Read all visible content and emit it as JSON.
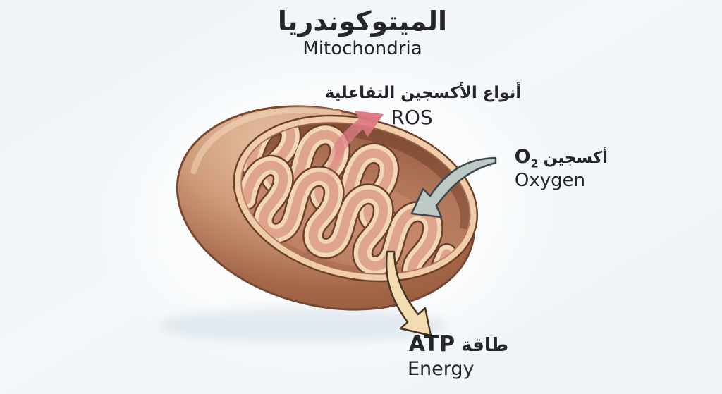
{
  "title": {
    "ar": "الميتوكوندريا",
    "en": "Mitochondria"
  },
  "labels": {
    "ros": {
      "ar": "أنواع الأكسجين التفاعلية",
      "en": "ROS"
    },
    "oxygen": {
      "ar": "أكسجين",
      "symbol": "O",
      "subscript": "2",
      "en": "Oxygen"
    },
    "atp": {
      "ar": "طاقة",
      "symbol": "ATP",
      "en": "Energy"
    }
  },
  "diagram": {
    "subject": "mitochondrion-cutaway-cross-section",
    "arrows": [
      {
        "name": "ros-arrow",
        "meaning": "reactive oxygen species leaving mitochondrion",
        "color": "#dc7a83"
      },
      {
        "name": "oxygen-arrow",
        "meaning": "oxygen entering mitochondrion",
        "color": "#bec9c6"
      },
      {
        "name": "atp-arrow",
        "meaning": "ATP energy produced by mitochondrion",
        "color": "#f3dcb2"
      }
    ]
  },
  "colors": {
    "background": "#eff4f8",
    "text": "#26262a",
    "membrane_light": "#e9c5a8",
    "membrane_mid": "#cf9c7b",
    "membrane_dark": "#a56749",
    "membrane_edge": "#8e5236",
    "outline": "#7a4730",
    "rim_dark": "#6e4028",
    "rim_cream": "#efcdab",
    "matrix_top": "#955c42",
    "matrix_mid": "#b2765a",
    "matrix_low": "#bc8164",
    "matrix_bottom": "#a96c50",
    "crista_outline": "#6b3f28",
    "crista_border": "#f2d6b8",
    "crista_core": "#dfa58c",
    "ros_arrow": "#dc7a83",
    "oxygen_arrow_fill": "#bec9c6",
    "oxygen_arrow_stroke": "#39474c",
    "atp_arrow_fill": "#f3dcb2",
    "atp_arrow_stroke": "#453626"
  }
}
